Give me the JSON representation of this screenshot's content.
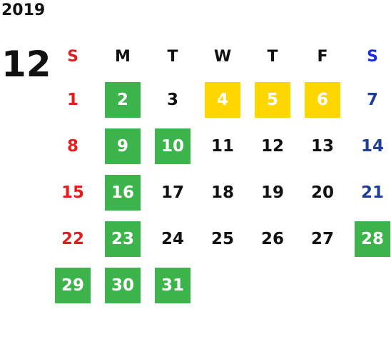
{
  "calendar": {
    "year": "2019",
    "month": "12",
    "weekdays": [
      "S",
      "M",
      "T",
      "W",
      "T",
      "F",
      "S"
    ],
    "days": [
      {
        "label": "1",
        "col": 1,
        "row": 1,
        "style": "sun"
      },
      {
        "label": "2",
        "col": 2,
        "row": 1,
        "style": "green"
      },
      {
        "label": "3",
        "col": 3,
        "row": 1,
        "style": "normal"
      },
      {
        "label": "4",
        "col": 4,
        "row": 1,
        "style": "yellow"
      },
      {
        "label": "5",
        "col": 5,
        "row": 1,
        "style": "yellow"
      },
      {
        "label": "6",
        "col": 6,
        "row": 1,
        "style": "yellow"
      },
      {
        "label": "7",
        "col": 7,
        "row": 1,
        "style": "sat"
      },
      {
        "label": "8",
        "col": 1,
        "row": 2,
        "style": "sun"
      },
      {
        "label": "9",
        "col": 2,
        "row": 2,
        "style": "green"
      },
      {
        "label": "10",
        "col": 3,
        "row": 2,
        "style": "green"
      },
      {
        "label": "11",
        "col": 4,
        "row": 2,
        "style": "normal"
      },
      {
        "label": "12",
        "col": 5,
        "row": 2,
        "style": "normal"
      },
      {
        "label": "13",
        "col": 6,
        "row": 2,
        "style": "normal"
      },
      {
        "label": "14",
        "col": 7,
        "row": 2,
        "style": "sat"
      },
      {
        "label": "15",
        "col": 1,
        "row": 3,
        "style": "sun"
      },
      {
        "label": "16",
        "col": 2,
        "row": 3,
        "style": "green"
      },
      {
        "label": "17",
        "col": 3,
        "row": 3,
        "style": "normal"
      },
      {
        "label": "18",
        "col": 4,
        "row": 3,
        "style": "normal"
      },
      {
        "label": "19",
        "col": 5,
        "row": 3,
        "style": "normal"
      },
      {
        "label": "20",
        "col": 6,
        "row": 3,
        "style": "normal"
      },
      {
        "label": "21",
        "col": 7,
        "row": 3,
        "style": "sat"
      },
      {
        "label": "22",
        "col": 1,
        "row": 4,
        "style": "sun"
      },
      {
        "label": "23",
        "col": 2,
        "row": 4,
        "style": "green"
      },
      {
        "label": "24",
        "col": 3,
        "row": 4,
        "style": "normal"
      },
      {
        "label": "25",
        "col": 4,
        "row": 4,
        "style": "normal"
      },
      {
        "label": "26",
        "col": 5,
        "row": 4,
        "style": "normal"
      },
      {
        "label": "27",
        "col": 6,
        "row": 4,
        "style": "normal"
      },
      {
        "label": "28",
        "col": 7,
        "row": 4,
        "style": "green"
      },
      {
        "label": "29",
        "col": 1,
        "row": 5,
        "style": "green"
      },
      {
        "label": "30",
        "col": 2,
        "row": 5,
        "style": "green"
      },
      {
        "label": "31",
        "col": 3,
        "row": 5,
        "style": "green"
      }
    ]
  },
  "colors": {
    "sunday": "#e02020",
    "saturday": "#1f3f96",
    "highlight_green": "#3cb44b",
    "highlight_yellow": "#ffd700"
  }
}
